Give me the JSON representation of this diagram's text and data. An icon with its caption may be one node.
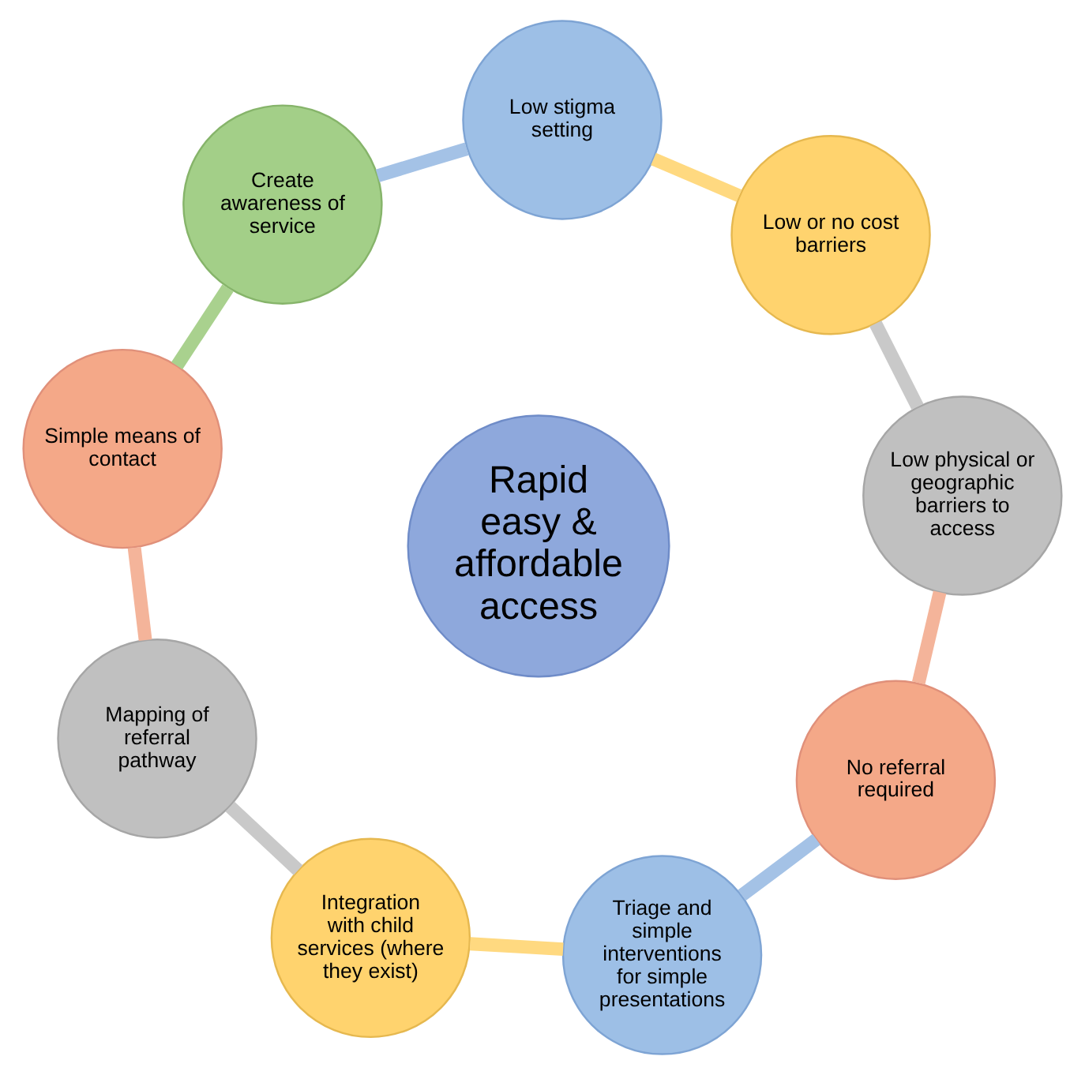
{
  "diagram": {
    "nodes": [
      {
        "text": [
          "No referral required"
        ]
      },
      {
        "text": [
          "Low physical or geographic barriers to access"
        ]
      },
      {
        "text": [
          "Low or no cost barriers"
        ]
      },
      {
        "text": [
          "Low stigma setting"
        ]
      },
      {
        "text": [
          "Create awareness of service"
        ]
      },
      {
        "text": [
          "Simple means of contact"
        ]
      },
      {
        "text": [
          "Mapping of referral pathway"
        ]
      },
      {
        "text": [
          "Integration with child services (where they exist)"
        ]
      },
      {
        "text": [
          "Triage and simple interventions for simple presentations"
        ]
      },
      {
        "text": [
          "Rapid easy & affordable access"
        ]
      }
    ],
    "edges": [
      {
        "from": 0,
        "to": 1,
        "arrow": "none",
        "color": "#f4b49a"
      },
      {
        "from": 1,
        "to": 2,
        "arrow": "none",
        "color": "#c9c9c9"
      },
      {
        "from": 2,
        "to": 3,
        "arrow": "none",
        "color": "#ffd980"
      },
      {
        "from": 3,
        "to": 4,
        "arrow": "none",
        "color": "#a4c2e6"
      },
      {
        "from": 4,
        "to": 5,
        "arrow": "none",
        "color": "#a9d18e"
      },
      {
        "from": 5,
        "to": 6,
        "arrow": "none",
        "color": "#f4b49a"
      },
      {
        "from": 6,
        "to": 7,
        "arrow": "none",
        "color": "#c9c9c9"
      },
      {
        "from": 7,
        "to": 8,
        "arrow": "none",
        "color": "#ffd980"
      },
      {
        "from": 8,
        "to": 0,
        "arrow": "none",
        "color": "#a4c2e6"
      }
    ]
  }
}
